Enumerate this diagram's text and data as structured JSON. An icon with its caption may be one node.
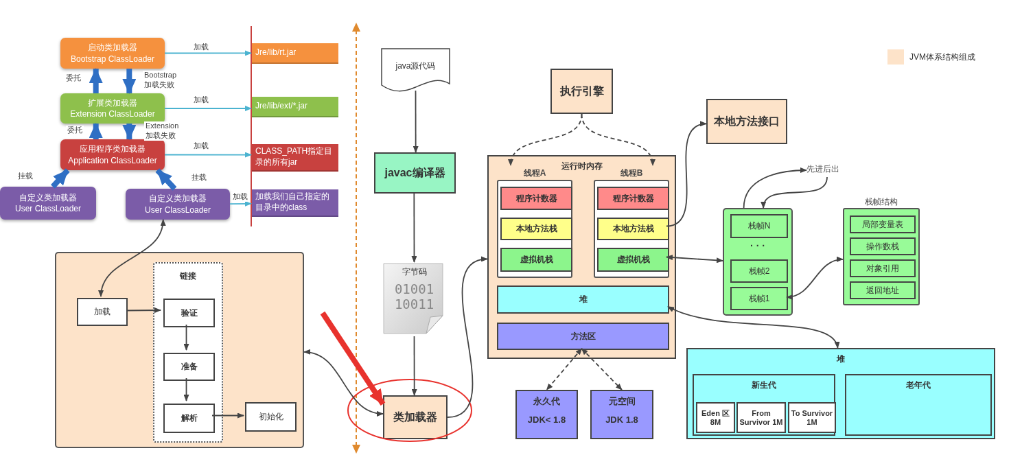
{
  "diagram": {
    "nodes": [
      {
        "text": [
          "启动类加载器",
          "Bootstrap ClassLoader"
        ]
      },
      {
        "text": [
          "Jre/lib/rt.jar"
        ]
      },
      {
        "text": [
          "扩展类加载器",
          "Extension ClassLoader"
        ]
      },
      {
        "text": [
          "Jre/lib/ext/*.jar"
        ]
      },
      {
        "text": [
          "应用程序类加载器",
          "Application ClassLoader"
        ]
      },
      {
        "text": [
          "CLASS_PATH指定目录的所有jar"
        ]
      },
      {
        "text": [
          "自定义类加载器",
          "User ClassLoader"
        ]
      },
      {
        "text": [
          "自定义类加载器",
          "User ClassLoader"
        ]
      },
      {
        "text": [
          "加载我们自己指定的目录中的class"
        ]
      },
      {
        "text": [],
        "shape": "box"
      },
      {
        "text": [
          "加载"
        ],
        "in": 9
      },
      {
        "text": [
          "链接"
        ],
        "in": 9
      },
      {
        "text": [
          "验证"
        ],
        "in": 11
      },
      {
        "text": [
          "准备"
        ],
        "in": 11
      },
      {
        "text": [
          "解析"
        ],
        "in": 11
      },
      {
        "text": [
          "初始化"
        ],
        "in": 9
      },
      {
        "text": [
          "java源代码"
        ]
      },
      {
        "text": [
          "javac编译器"
        ]
      },
      {
        "text": [
          "字节码",
          "01001 10011"
        ]
      },
      {
        "text": [
          "类加载器"
        ]
      },
      {
        "text": [
          "执行引擎"
        ]
      },
      {
        "text": [
          "本地方法接口"
        ]
      },
      {
        "text": [
          "运行时内存"
        ]
      },
      {
        "text": [
          "线程A"
        ],
        "in": 22
      },
      {
        "text": [
          "程序计数器"
        ],
        "in": 23
      },
      {
        "text": [
          "本地方法栈"
        ],
        "in": 23
      },
      {
        "text": [
          "虚拟机栈"
        ],
        "in": 23
      },
      {
        "text": [
          "线程B"
        ],
        "in": 22
      },
      {
        "text": [
          "程序计数器"
        ],
        "in": 27
      },
      {
        "text": [
          "本地方法栈"
        ],
        "in": 27
      },
      {
        "text": [
          "虚拟机栈"
        ],
        "in": 27
      },
      {
        "text": [
          "堆"
        ],
        "in": 22
      },
      {
        "text": [
          "方法区"
        ],
        "in": 22
      },
      {
        "text": [
          "永久代",
          "JDK< 1.8"
        ]
      },
      {
        "text": [
          "元空间",
          "JDK 1.8"
        ]
      },
      {
        "text": [],
        "shape": "box"
      },
      {
        "text": [
          "栈帧N"
        ],
        "in": 35
      },
      {
        "text": [
          "栈帧2"
        ],
        "in": 35
      },
      {
        "text": [
          "栈帧1"
        ],
        "in": 35
      },
      {
        "text": [
          "先进后出"
        ]
      },
      {
        "text": [
          "栈帧结构"
        ]
      },
      {
        "text": [
          "局部变量表"
        ],
        "in": 40
      },
      {
        "text": [
          "操作数栈"
        ],
        "in": 40
      },
      {
        "text": [
          "对象引用"
        ],
        "in": 40
      },
      {
        "text": [
          "返回地址"
        ],
        "in": 40
      },
      {
        "text": [
          "堆"
        ]
      },
      {
        "text": [
          "新生代"
        ],
        "in": 45
      },
      {
        "text": [
          "Eden 区 8M"
        ],
        "in": 46
      },
      {
        "text": [
          "From Survivor 1M"
        ],
        "in": 46
      },
      {
        "text": [
          "To Survivor 1M"
        ],
        "in": 46
      },
      {
        "text": [
          "老年代"
        ],
        "in": 45
      }
    ],
    "edges": [
      {
        "from": 0,
        "to": 1,
        "arrow": "to",
        "label": "加载",
        "color": "#4bb3d0"
      },
      {
        "from": 2,
        "to": 3,
        "arrow": "to",
        "label": "加载",
        "color": "#4bb3d0"
      },
      {
        "from": 4,
        "to": 5,
        "arrow": "to",
        "label": "加载",
        "color": "#4bb3d0"
      },
      {
        "from": 7,
        "to": 8,
        "arrow": "to",
        "label": "加载",
        "color": "#4bb3d0"
      },
      {
        "from": 2,
        "to": 0,
        "arrow": "to",
        "label": "委托",
        "style": "thick",
        "color": "#2f6fc4"
      },
      {
        "from": 0,
        "to": 2,
        "arrow": "to",
        "label": "Bootstrap 加载失败",
        "style": "thick",
        "color": "#2f6fc4"
      },
      {
        "from": 4,
        "to": 2,
        "arrow": "to",
        "label": "委托",
        "style": "thick",
        "color": "#2f6fc4"
      },
      {
        "from": 2,
        "to": 4,
        "arrow": "to",
        "label": "Extension 加载失败",
        "style": "thick",
        "color": "#2f6fc4"
      },
      {
        "from": 6,
        "to": 4,
        "arrow": "to",
        "label": "挂载",
        "style": "thick",
        "color": "#2f6fc4"
      },
      {
        "from": 7,
        "to": 4,
        "arrow": "to",
        "label": "挂载",
        "style": "thick",
        "color": "#2f6fc4"
      },
      {
        "from": 7,
        "to": 10,
        "arrow": "both"
      },
      {
        "from": 10,
        "to": 12,
        "arrow": "to"
      },
      {
        "from": 12,
        "to": 13,
        "arrow": "to"
      },
      {
        "from": 13,
        "to": 14,
        "arrow": "to"
      },
      {
        "from": 14,
        "to": 15,
        "arrow": "to"
      },
      {
        "from": 19,
        "to": 9,
        "arrow": "both"
      },
      {
        "from": 16,
        "to": 17,
        "arrow": "to"
      },
      {
        "from": 17,
        "to": 18,
        "arrow": "to"
      },
      {
        "from": 18,
        "to": 19,
        "arrow": "to"
      },
      {
        "from": 19,
        "to": 22,
        "arrow": "to"
      },
      {
        "from": 20,
        "to": 23,
        "arrow": "to",
        "style": "dashed"
      },
      {
        "from": 20,
        "to": 27,
        "arrow": "to",
        "style": "dashed"
      },
      {
        "from": 29,
        "to": 21,
        "arrow": "to"
      },
      {
        "from": 30,
        "to": 35,
        "arrow": "both"
      },
      {
        "from": 31,
        "to": 45,
        "arrow": "both"
      },
      {
        "from": 32,
        "to": 33,
        "arrow": "both",
        "style": "dashed"
      },
      {
        "from": 32,
        "to": 34,
        "arrow": "both",
        "style": "dashed"
      },
      {
        "from": 35,
        "to": 39,
        "arrow": "to"
      },
      {
        "from": 39,
        "to": 35,
        "arrow": "to"
      },
      {
        "from": 38,
        "to": 40,
        "arrow": "both"
      },
      {
        "from": null,
        "to": 19,
        "arrow": "to",
        "style": "thick",
        "color": "#e8322d"
      }
    ],
    "labels": [
      "· · ·"
    ],
    "legend": [
      {
        "text": "JVM体系结构组成",
        "color": "#fde3c9"
      }
    ]
  }
}
